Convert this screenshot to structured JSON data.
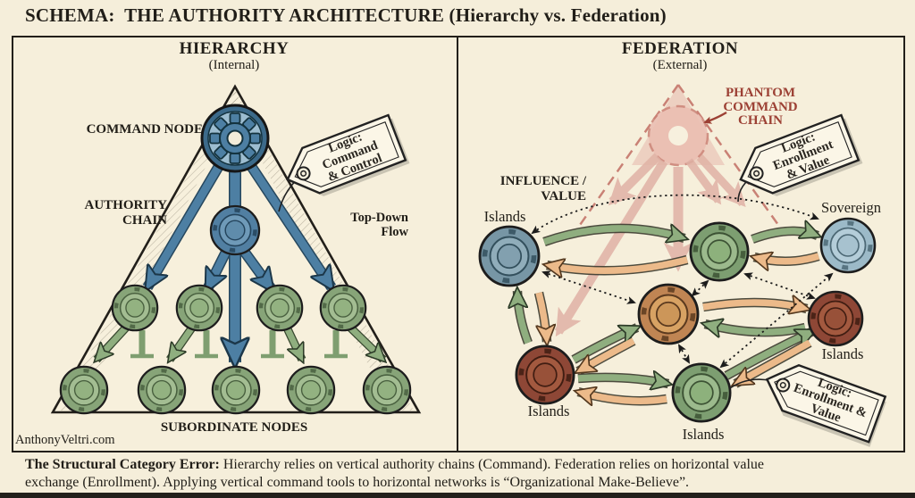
{
  "title": "SCHEMA:  THE AUTHORITY ARCHITECTURE (Hierarchy vs. Federation)",
  "hierarchy": {
    "title": "HIERARCHY",
    "subtitle": "(Internal)",
    "command_node_label": "COMMAND NODE",
    "authority_chain_label": "AUTHORITY\nCHAIN",
    "top_down_label": "Top-Down\nFlow",
    "subordinate_label": "SUBORDINATE NODES",
    "tag": "Logic:\nCommand\n& Control",
    "site": "AnthonyVeltri.com"
  },
  "federation": {
    "title": "FEDERATION",
    "subtitle": "(External)",
    "phantom_label": "PHANTOM\nCOMMAND\nCHAIN",
    "influence_label": "INFLUENCE /\nVALUE",
    "tag_top": "Logic:\nEnrollment\n& Value",
    "tag_bottom": "Logic:\nEnrollment &\nValue",
    "nodes": {
      "islands_top_left": "Islands",
      "sovereign": "Sovereign",
      "islands_right": "Islands",
      "islands_bottom_left": "Islands",
      "islands_bottom": "Islands"
    }
  },
  "caption": {
    "lead": "The Structural Category Error:",
    "body": " Hierarchy relies on vertical authority chains (Command). Federation relies on horizontal value\nexchange (Enrollment). Applying vertical command tools to horizontal networks is “Organizational Make-Believe”."
  },
  "icons": {
    "command_node": "gear-icon",
    "hierarchy_node": "wheel-icon",
    "federation_node": "wheel-icon",
    "logic_tag": "label-tag-icon",
    "phantom_chain": "ghost-triangle-icon"
  },
  "colors": {
    "background": "#f5eeda",
    "ink": "#211e18",
    "hierarchy_blue": "#4d7fa3",
    "node_green": "#87a478",
    "value_green": "#8fae7f",
    "value_orange": "#ecba8a",
    "phantom_pink": "#ddab9f",
    "phantom_outline": "#c5766b",
    "phantom_text": "#9c4034",
    "node_red": "#8e4736",
    "node_orange": "#c08553",
    "sovereign_blue": "#9cbac8",
    "islands_steel": "#7796a5"
  }
}
